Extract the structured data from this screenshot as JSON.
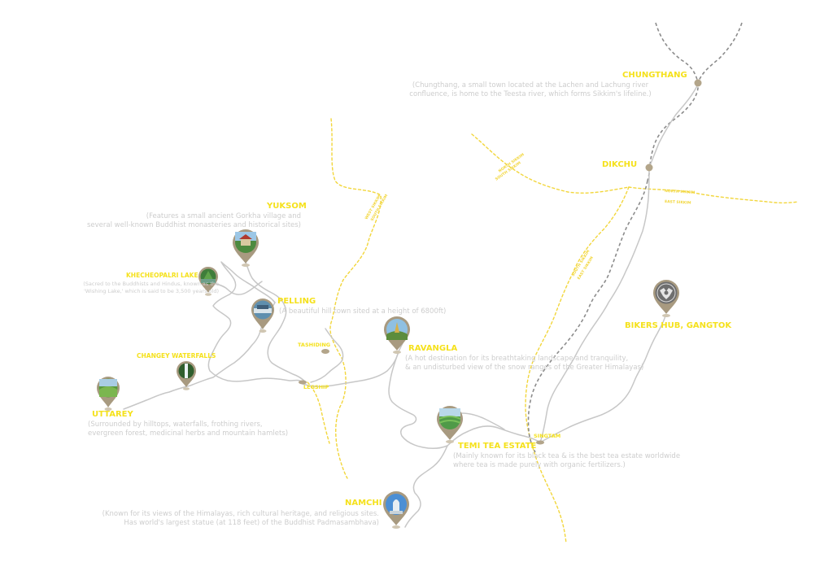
{
  "colors": {
    "road": "#c7c7c7",
    "route": "#f2d63b",
    "border": "#8c8c8c",
    "label": "#f5e11c",
    "desc": "#cdcdcd",
    "pin": "#a89a80"
  },
  "places": {
    "chungthang": {
      "name": "CHUNGTHANG",
      "desc": [
        "(Chungthang, a small town located at the Lachen and Lachung river",
        "confluence, is home to the Teesta river, which forms Sikkim's lifeline.)"
      ]
    },
    "dikchu": {
      "name": "DIKCHU"
    },
    "yuksom": {
      "name": "YUKSOM",
      "desc": [
        "(Features a small ancient Gorkha village and",
        "several well-known Buddhist monasteries and historical sites)"
      ]
    },
    "khecheopalri": {
      "name": "KHECHEOPALRI LAKE",
      "desc": [
        "(Sacred to the Buddhists and Hindus, known as the",
        "'Wishing Lake,' which is said to be 3,500 years old)"
      ]
    },
    "pelling": {
      "name": "PELLING",
      "desc": [
        "(A beautiful hill town sited at a height of 6800ft)"
      ]
    },
    "tashiding": {
      "name": "TASHIDING"
    },
    "legship": {
      "name": "LEGSHIP"
    },
    "changey": {
      "name": "CHANGEY WATERFALLS"
    },
    "uttarey": {
      "name": "UTTAREY",
      "desc": [
        "(Surrounded by hilltops, waterfalls, frothing rivers,",
        "evergreen forest, medicinal herbs and mountain hamlets)"
      ]
    },
    "ravangla": {
      "name": "RAVANGLA",
      "desc": [
        "(A hot destination for its breathtaking landscape and tranquility,",
        "& an undisturbed view of the snow ranges of the Greater Himalayas)"
      ]
    },
    "temi": {
      "name": "TEMI TEA ESTATE",
      "desc": [
        "(Mainly known for its black tea & is the best tea estate worldwide",
        "where tea is made purely with organic fertilizers.)"
      ]
    },
    "singtam": {
      "name": "SINGTAM"
    },
    "namchi": {
      "name": "NAMCHI",
      "desc": [
        "(Known for its views of the Himalayas, rich cultural heritage, and religious sites.",
        "Has world's largest statue (at 118 feet) of the Buddhist Padmasambhava)"
      ]
    },
    "gangtok": {
      "name": "BIKERS HUB, GANGTOK"
    }
  },
  "district_labels": {
    "west_sikkim": "WEST SIKKIM",
    "south_sikkim": "SOUTH SIKKIM",
    "north_sikkim": "NORTH SIKKIM",
    "east_sikkim": "EAST SIKKIM"
  }
}
